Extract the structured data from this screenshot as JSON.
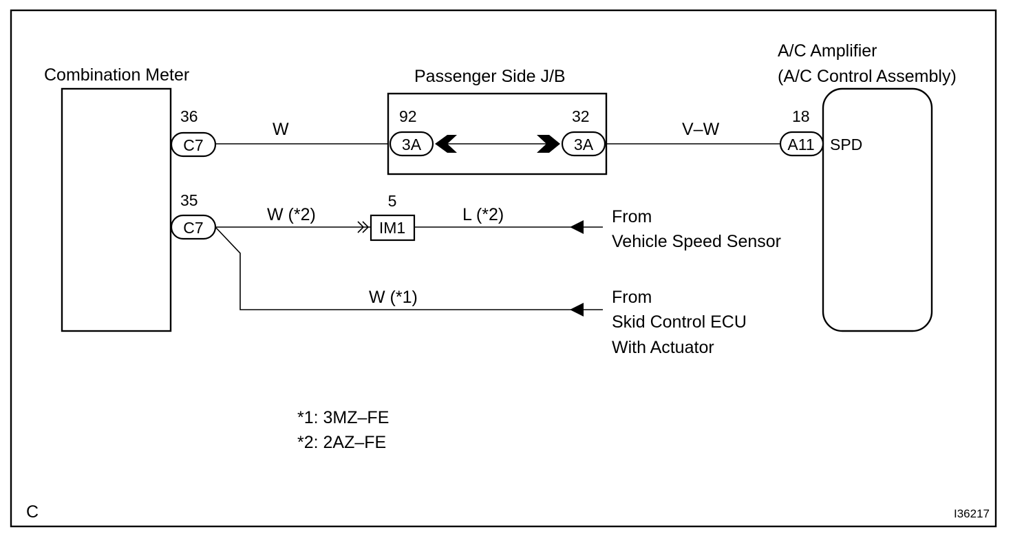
{
  "figure_label": "C",
  "figure_id": "I36217",
  "components": {
    "combination_meter": "Combination Meter",
    "junction_block": "Passenger Side J/B",
    "ac_amplifier_line1": "A/C Amplifier",
    "ac_amplifier_line2": "(A/C Control Assembly)"
  },
  "connectors": {
    "meter_c7_36": {
      "pin": "36",
      "code": "C7"
    },
    "meter_c7_35": {
      "pin": "35",
      "code": "C7"
    },
    "jb_3a_92": {
      "pin": "92",
      "code": "3A"
    },
    "jb_3a_32": {
      "pin": "32",
      "code": "3A"
    },
    "amp_a11_18": {
      "pin": "18",
      "code": "A11",
      "terminal": "SPD"
    },
    "im1_5": {
      "pin": "5",
      "code": "IM1"
    }
  },
  "wires": {
    "meter_to_jb": "W",
    "jb_to_amp": "V–W",
    "meter_to_im1": "W (*2)",
    "im1_to_sensor": "L (*2)",
    "meter_to_skid": "W (*1)"
  },
  "sources": {
    "speed_sensor_line1": "From",
    "speed_sensor_line2": "Vehicle Speed Sensor",
    "skid_line1": "From",
    "skid_line2": "Skid Control ECU",
    "skid_line3": "With Actuator"
  },
  "notes": [
    "*1: 3MZ–FE",
    "*2: 2AZ–FE"
  ],
  "colors": {
    "ink": "#000000",
    "paper": "#ffffff"
  }
}
